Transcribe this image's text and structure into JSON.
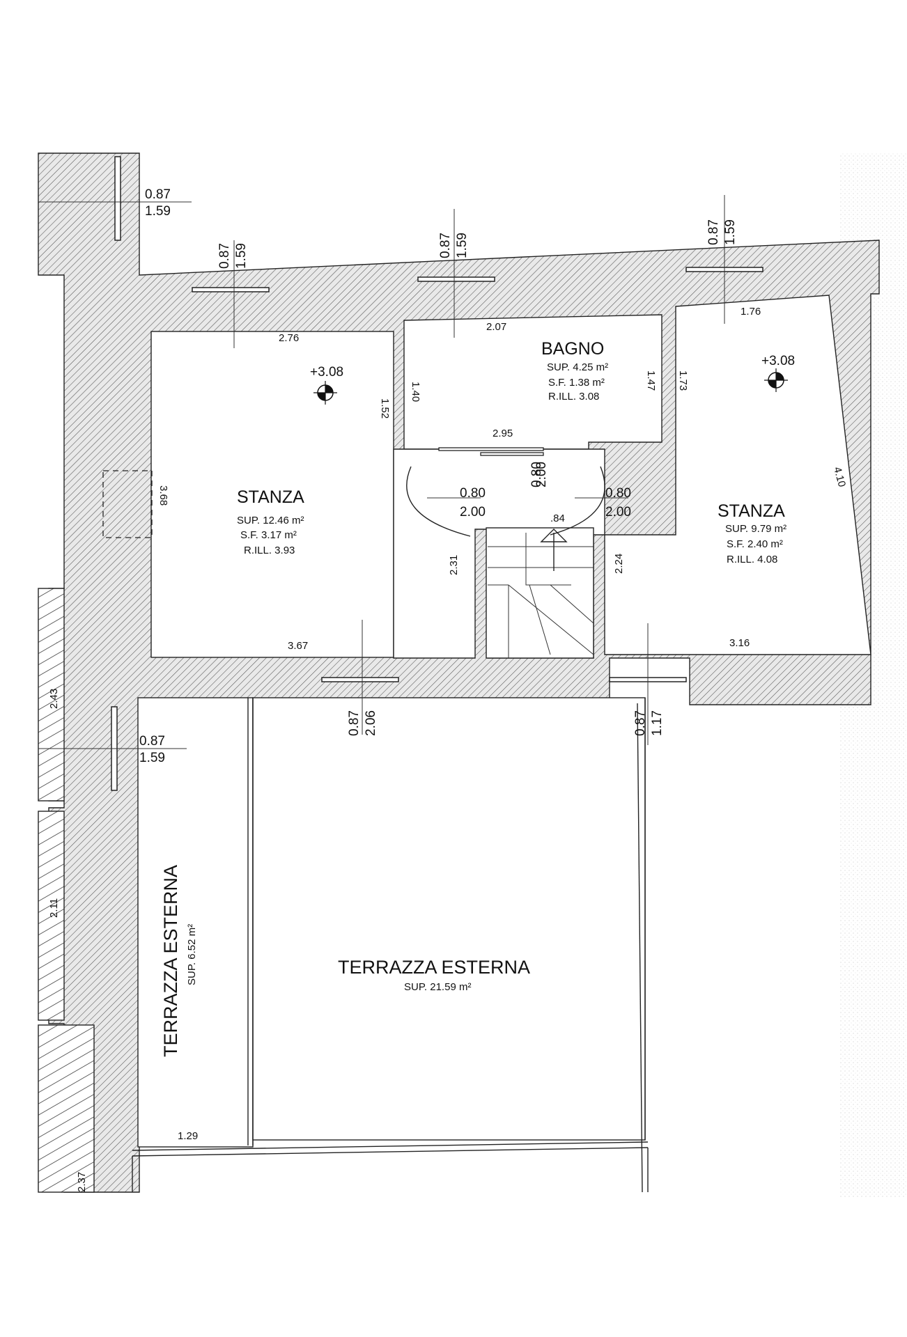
{
  "rooms": {
    "stanza_left": {
      "name": "STANZA",
      "sup": "SUP. 12.46 m²",
      "sf": "S.F. 3.17 m²",
      "rill": "R.ILL. 3.93",
      "level": "+3.08"
    },
    "bagno": {
      "name": "BAGNO",
      "sup": "SUP. 4.25 m²",
      "sf": "S.F. 1.38 m²",
      "rill": "R.ILL. 3.08"
    },
    "stanza_right": {
      "name": "STANZA",
      "sup": "SUP. 9.79 m²",
      "sf": "S.F. 2.40 m²",
      "rill": "R.ILL. 4.08",
      "level": "+3.08"
    },
    "terrazza_big": {
      "name": "TERRAZZA ESTERNA",
      "sup": "SUP. 21.59 m²"
    },
    "terrazza_small": {
      "name": "TERRAZZA ESTERNA",
      "sup": "SUP. 6.52 m²"
    }
  },
  "windows": {
    "w_left_top": {
      "a": "0.87",
      "b": "1.59"
    },
    "w_left_mid": {
      "a": "0.87",
      "b": "1.59"
    },
    "w_stanza_top": {
      "a": "0.87",
      "b": "1.59"
    },
    "w_bagno_top": {
      "a": "0.87",
      "b": "1.59"
    },
    "w_right_top": {
      "a": "0.87",
      "b": "1.59"
    },
    "w_bottom_left": {
      "a": "0.87",
      "b": "2.06"
    },
    "w_bottom_right": {
      "a": "0.87",
      "b": "1.17"
    },
    "door_left": {
      "a": "0.80",
      "b": "2.00"
    },
    "door_right": {
      "a": "0.80",
      "b": "2.00"
    },
    "door_bagno": {
      "a": "0.80",
      "b": "2.00"
    }
  },
  "dimensions": {
    "d_276": "2.76",
    "d_207": "2.07",
    "d_176": "1.76",
    "d_152": "1.52",
    "d_140": "1.40",
    "d_147": "1.47",
    "d_173": "1.73",
    "d_295": "2.95",
    "d_368": "3.68",
    "d_410": "4.10",
    "d_84": ".84",
    "d_231": "2.31",
    "d_224": "2.24",
    "d_367": "3.67",
    "d_316": "3.16",
    "d_243": "2.43",
    "d_211": "2.11",
    "d_237": "2.37",
    "d_129": "1.29"
  }
}
